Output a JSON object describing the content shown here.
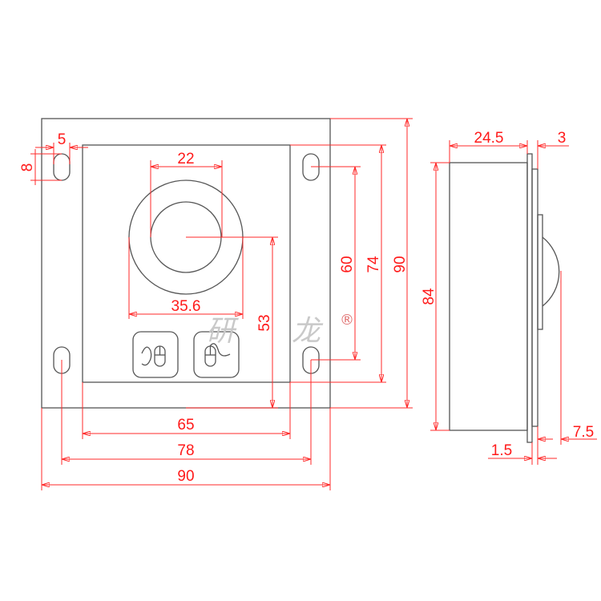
{
  "front_view": {
    "dims": {
      "slot_width": "5",
      "slot_height": "8",
      "ball_diameter": "22",
      "bezel_diameter": "35.6",
      "ball_center_to_bottom": "53",
      "slot_vertical_spacing": "60",
      "panel_height": "74",
      "plate_height": "90",
      "panel_width": "65",
      "slot_horizontal_spacing": "78",
      "plate_width": "90"
    },
    "buttons": [
      "left-mouse-button",
      "right-mouse-button"
    ]
  },
  "side_view": {
    "dims": {
      "body_depth": "24.5",
      "front_thickness": "3",
      "body_height": "84",
      "ball_protrusion": "7.5",
      "plate_thickness": "1.5"
    }
  },
  "watermark": {
    "text": "研龙",
    "mark": "®"
  },
  "colors": {
    "dimension": "#ff2a2a",
    "outline": "#555555"
  }
}
